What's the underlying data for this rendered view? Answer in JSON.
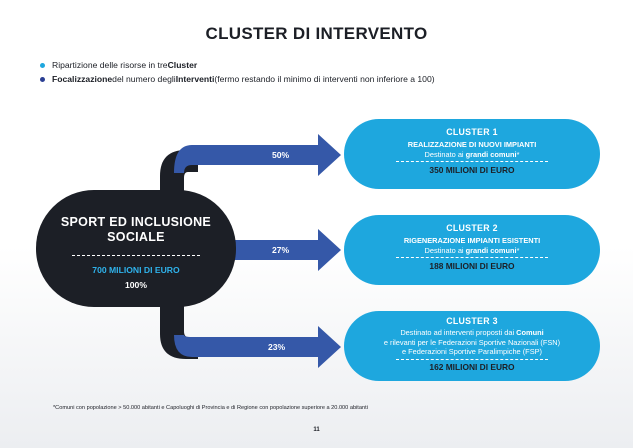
{
  "title": "CLUSTER DI INTERVENTO",
  "bullets": [
    {
      "pre": "Ripartizione delle risorse in tre ",
      "bold": "Cluster",
      "post": ""
    },
    {
      "bold1": "Focalizzazione",
      "mid": " del numero degli ",
      "bold2": "Interventi",
      "post": " (fermo restando il minimo di interventi non inferiore a 100)"
    }
  ],
  "center": {
    "title_line1": "SPORT ED INCLUSIONE",
    "title_line2": "SOCIALE",
    "amount": "700 MILIONI DI EURO",
    "percent": "100%"
  },
  "arrows": [
    {
      "percent": "50%"
    },
    {
      "percent": "27%"
    },
    {
      "percent": "23%"
    }
  ],
  "clusters": [
    {
      "title": "CLUSTER 1",
      "subtitle": "REALIZZAZIONE DI NUOVI IMPIANTI",
      "dest_pre": "Destinato ai ",
      "dest_bold": "grandi comuni",
      "dest_post": "*",
      "amount": "350 MILIONI DI EURO"
    },
    {
      "title": "CLUSTER 2",
      "subtitle": "RIGENERAZIONE IMPIANTI ESISTENTI",
      "dest_pre": "Destinato ai ",
      "dest_bold": "grandi comuni",
      "dest_post": "*",
      "amount": "188 MILIONI DI EURO"
    },
    {
      "title": "CLUSTER 3",
      "line1_pre": "Destinato ad interventi proposti dai ",
      "line1_bold": "Comuni",
      "line2": "e rilevanti per le Federazioni Sportive Nazionali (FSN)",
      "line3": "e Federazioni Sportive Paralimpiche (FSP)",
      "amount": "162 MILIONI DI EURO"
    }
  ],
  "footnote": "*Comuni con popolazione > 50.000 abitanti e Capoluoghi di Provincia e di Regione con popolazione superiore a 20.000 abitanti",
  "page_number": "11",
  "colors": {
    "dark": "#1c1f26",
    "cyan": "#1ea7de",
    "navy": "#2b3f93",
    "blue_arrow": "#3558a8"
  }
}
